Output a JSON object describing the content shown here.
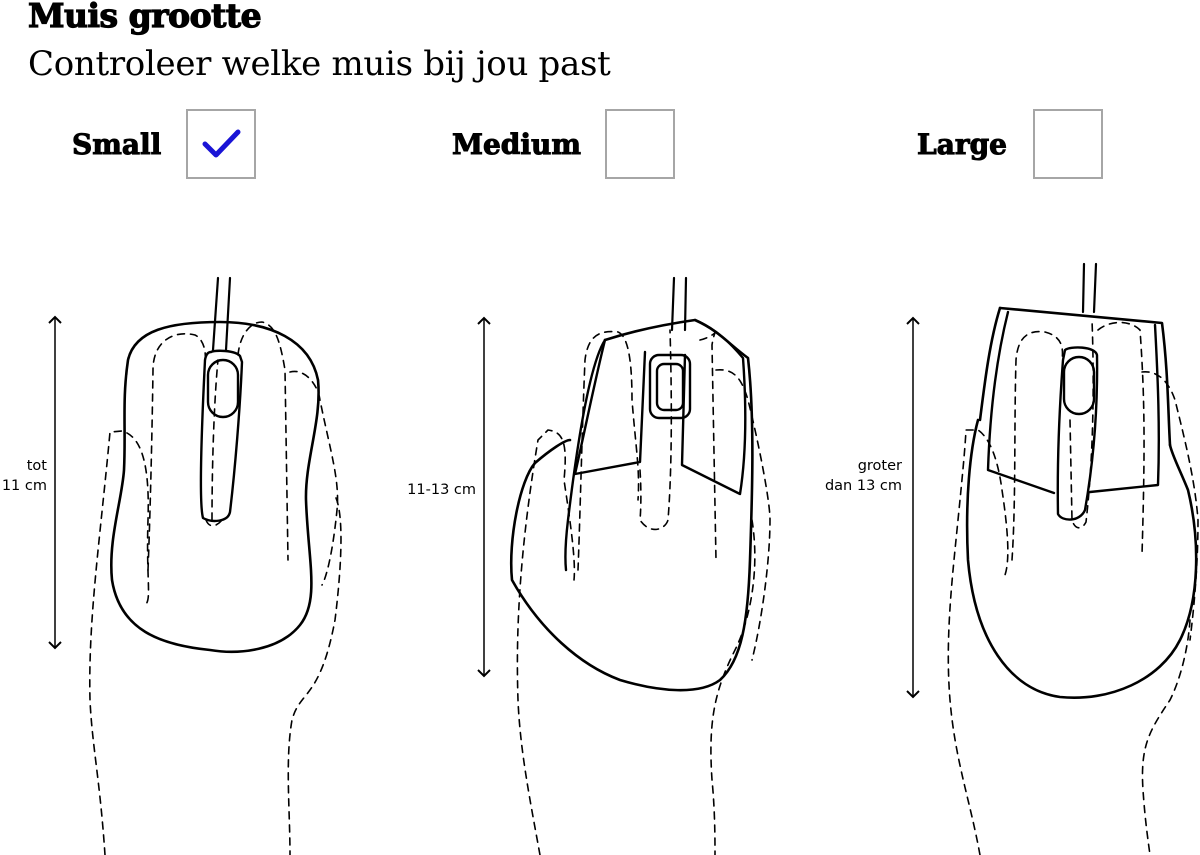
{
  "header": {
    "title": "Muis grootte",
    "subtitle": "Controleer welke muis bij jou past"
  },
  "size_options": [
    {
      "label": "Small",
      "checked": true
    },
    {
      "label": "Medium",
      "checked": false
    },
    {
      "label": "Large",
      "checked": false
    }
  ],
  "illustrations": [
    {
      "size": "Small",
      "dimension_line1": "tot",
      "dimension_line2": "11 cm"
    },
    {
      "size": "Medium",
      "dimension_line1": "11-13 cm",
      "dimension_line2": ""
    },
    {
      "size": "Large",
      "dimension_line1": "groter",
      "dimension_line2": "dan 13 cm"
    }
  ],
  "colors": {
    "check": "#1a14d6",
    "checkbox_border": "#a6a6a6",
    "line": "#000000"
  }
}
